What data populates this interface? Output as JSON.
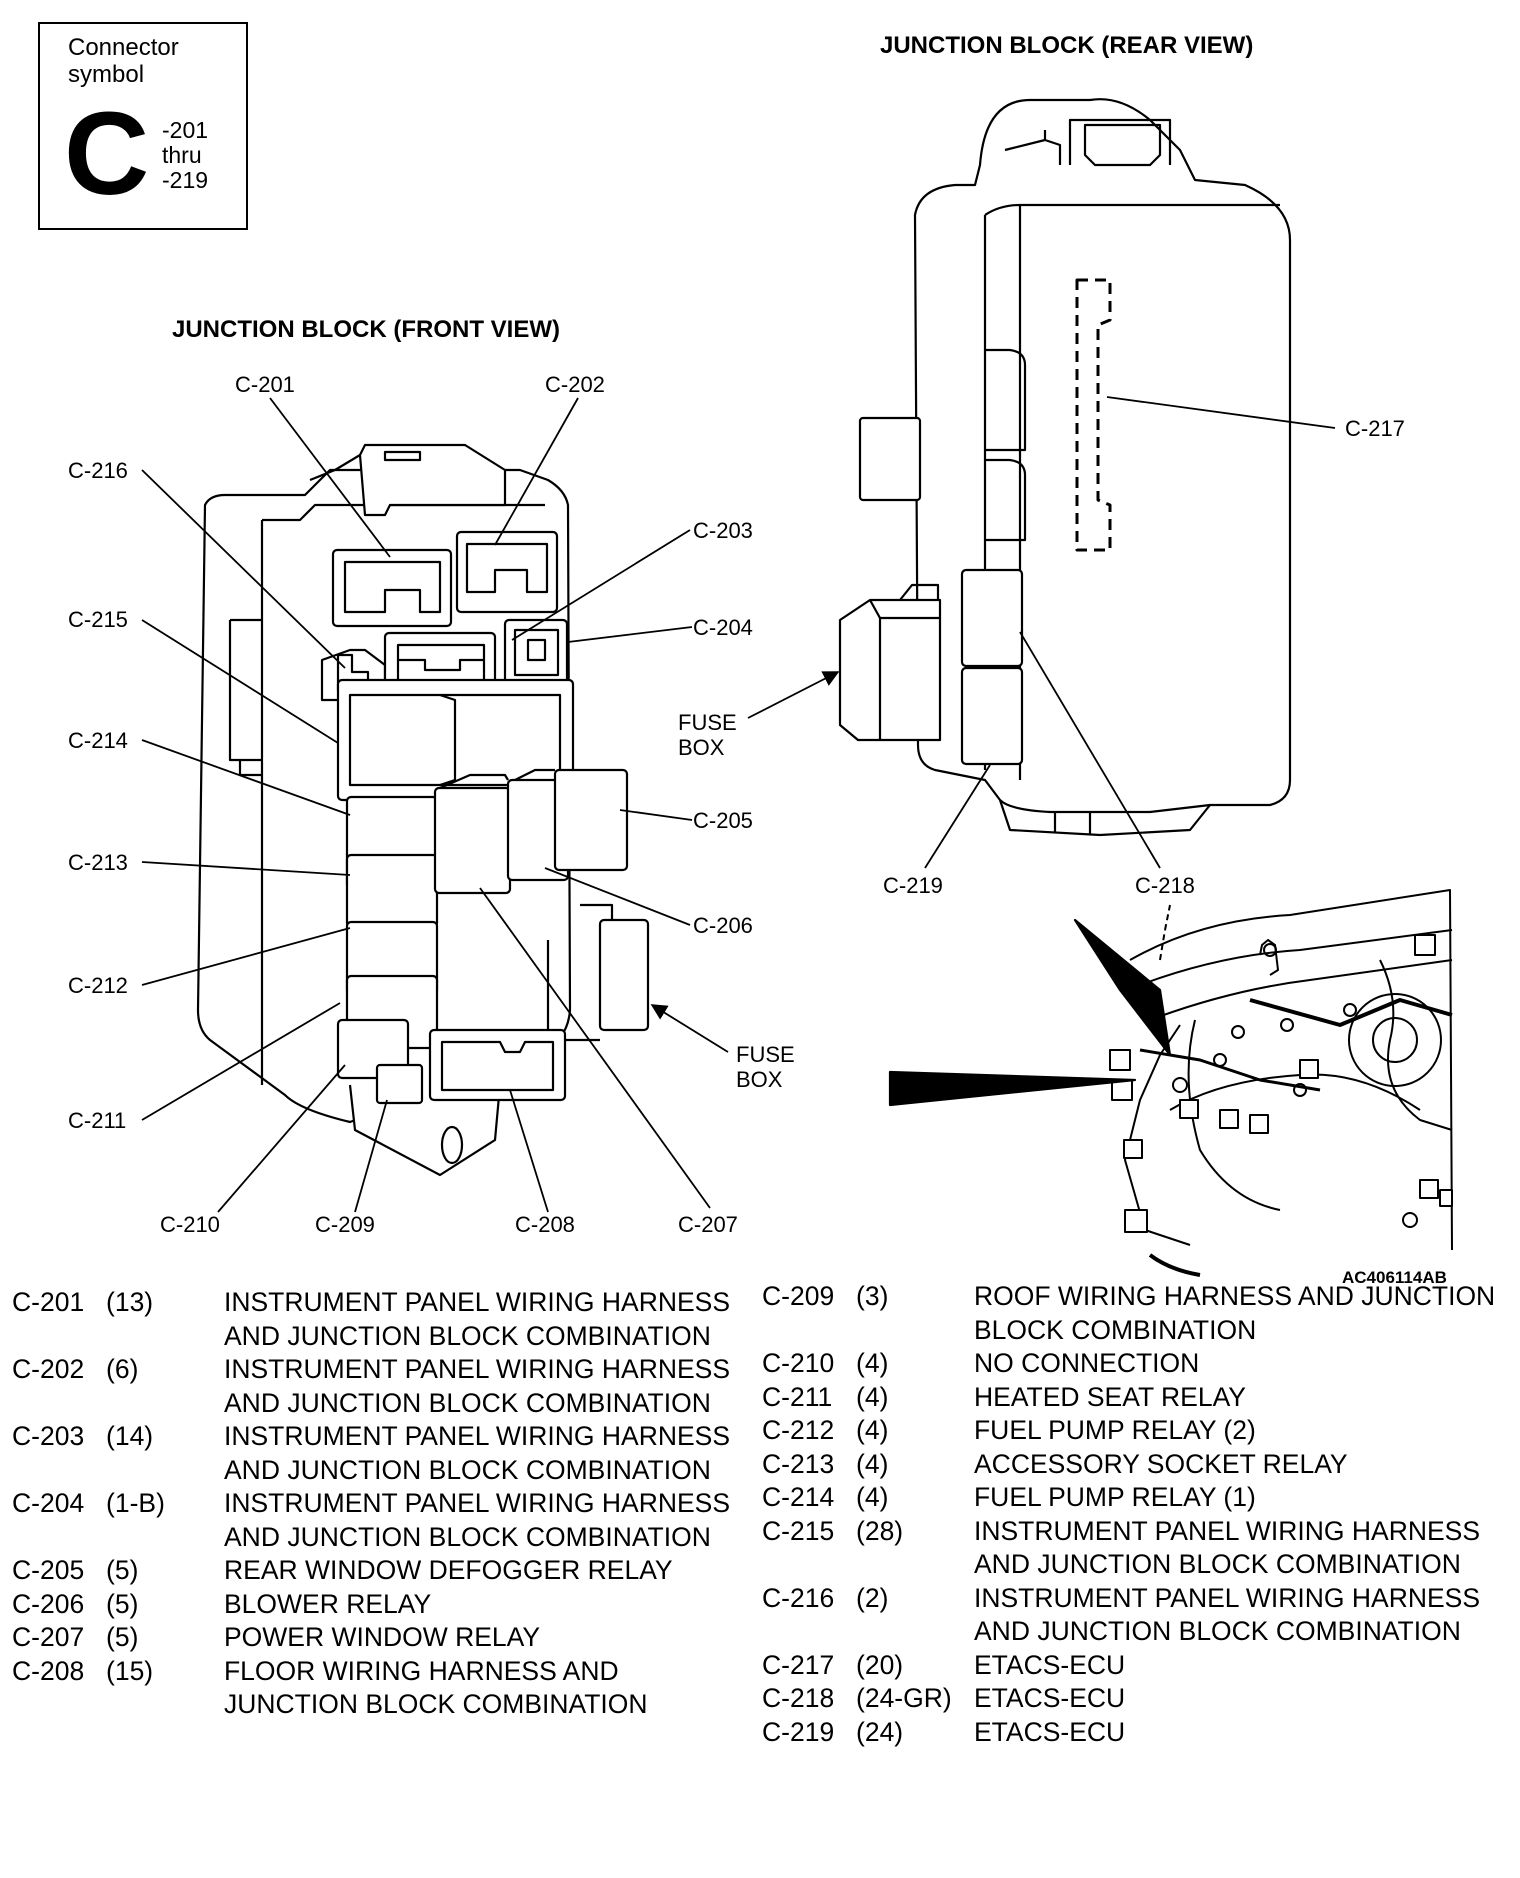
{
  "symbol": {
    "title": "Connector symbol",
    "letter": "C",
    "range_line1": "-201",
    "range_line2": "thru",
    "range_line3": "-219"
  },
  "headings": {
    "rear_view": "JUNCTION BLOCK (REAR VIEW)",
    "front_view": "JUNCTION BLOCK (FRONT VIEW)"
  },
  "figure_id": "AC406114AB",
  "callouts": {
    "c201": "C-201",
    "c202": "C-202",
    "c203": "C-203",
    "c204": "C-204",
    "c205": "C-205",
    "c206": "C-206",
    "c207": "C-207",
    "c208": "C-208",
    "c209": "C-209",
    "c210": "C-210",
    "c211": "C-211",
    "c212": "C-212",
    "c213": "C-213",
    "c214": "C-214",
    "c215": "C-215",
    "c216": "C-216",
    "c217": "C-217",
    "c218": "C-218",
    "c219": "C-219",
    "fuse_box_line1": "FUSE",
    "fuse_box_line2": "BOX"
  },
  "legend_left": [
    {
      "code": "C-201",
      "pins": "(13)",
      "desc": "INSTRUMENT PANEL WIRING HARNESS AND JUNCTION BLOCK COMBINATION"
    },
    {
      "code": "C-202",
      "pins": "(6)",
      "desc": "INSTRUMENT PANEL WIRING HARNESS AND JUNCTION BLOCK COMBINATION"
    },
    {
      "code": "C-203",
      "pins": "(14)",
      "desc": "INSTRUMENT PANEL WIRING HARNESS AND JUNCTION BLOCK COMBINATION"
    },
    {
      "code": "C-204",
      "pins": "(1-B)",
      "desc": "INSTRUMENT PANEL WIRING HARNESS AND JUNCTION BLOCK COMBINATION"
    },
    {
      "code": "C-205",
      "pins": "(5)",
      "desc": "REAR WINDOW DEFOGGER RELAY"
    },
    {
      "code": "C-206",
      "pins": "(5)",
      "desc": "BLOWER RELAY"
    },
    {
      "code": "C-207",
      "pins": "(5)",
      "desc": "POWER WINDOW RELAY"
    },
    {
      "code": "C-208",
      "pins": "(15)",
      "desc": "FLOOR WIRING HARNESS AND JUNCTION BLOCK COMBINATION"
    }
  ],
  "legend_right": [
    {
      "code": "C-209",
      "pins": "(3)",
      "desc": "ROOF WIRING HARNESS AND JUNCTION BLOCK COMBINATION"
    },
    {
      "code": "C-210",
      "pins": "(4)",
      "desc": "NO CONNECTION"
    },
    {
      "code": "C-211",
      "pins": "(4)",
      "desc": "HEATED SEAT RELAY"
    },
    {
      "code": "C-212",
      "pins": "(4)",
      "desc": "FUEL PUMP RELAY (2)"
    },
    {
      "code": "C-213",
      "pins": "(4)",
      "desc": "ACCESSORY SOCKET RELAY"
    },
    {
      "code": "C-214",
      "pins": "(4)",
      "desc": "FUEL PUMP RELAY (1)"
    },
    {
      "code": "C-215",
      "pins": "(28)",
      "desc": "INSTRUMENT PANEL WIRING HARNESS AND JUNCTION BLOCK COMBINATION"
    },
    {
      "code": "C-216",
      "pins": "(2)",
      "desc": "INSTRUMENT PANEL WIRING HARNESS AND JUNCTION BLOCK COMBINATION"
    },
    {
      "code": "C-217",
      "pins": "(20)",
      "desc": "ETACS-ECU"
    },
    {
      "code": "C-218",
      "pins": "(24-GR)",
      "desc": "ETACS-ECU"
    },
    {
      "code": "C-219",
      "pins": "(24)",
      "desc": "ETACS-ECU"
    }
  ]
}
